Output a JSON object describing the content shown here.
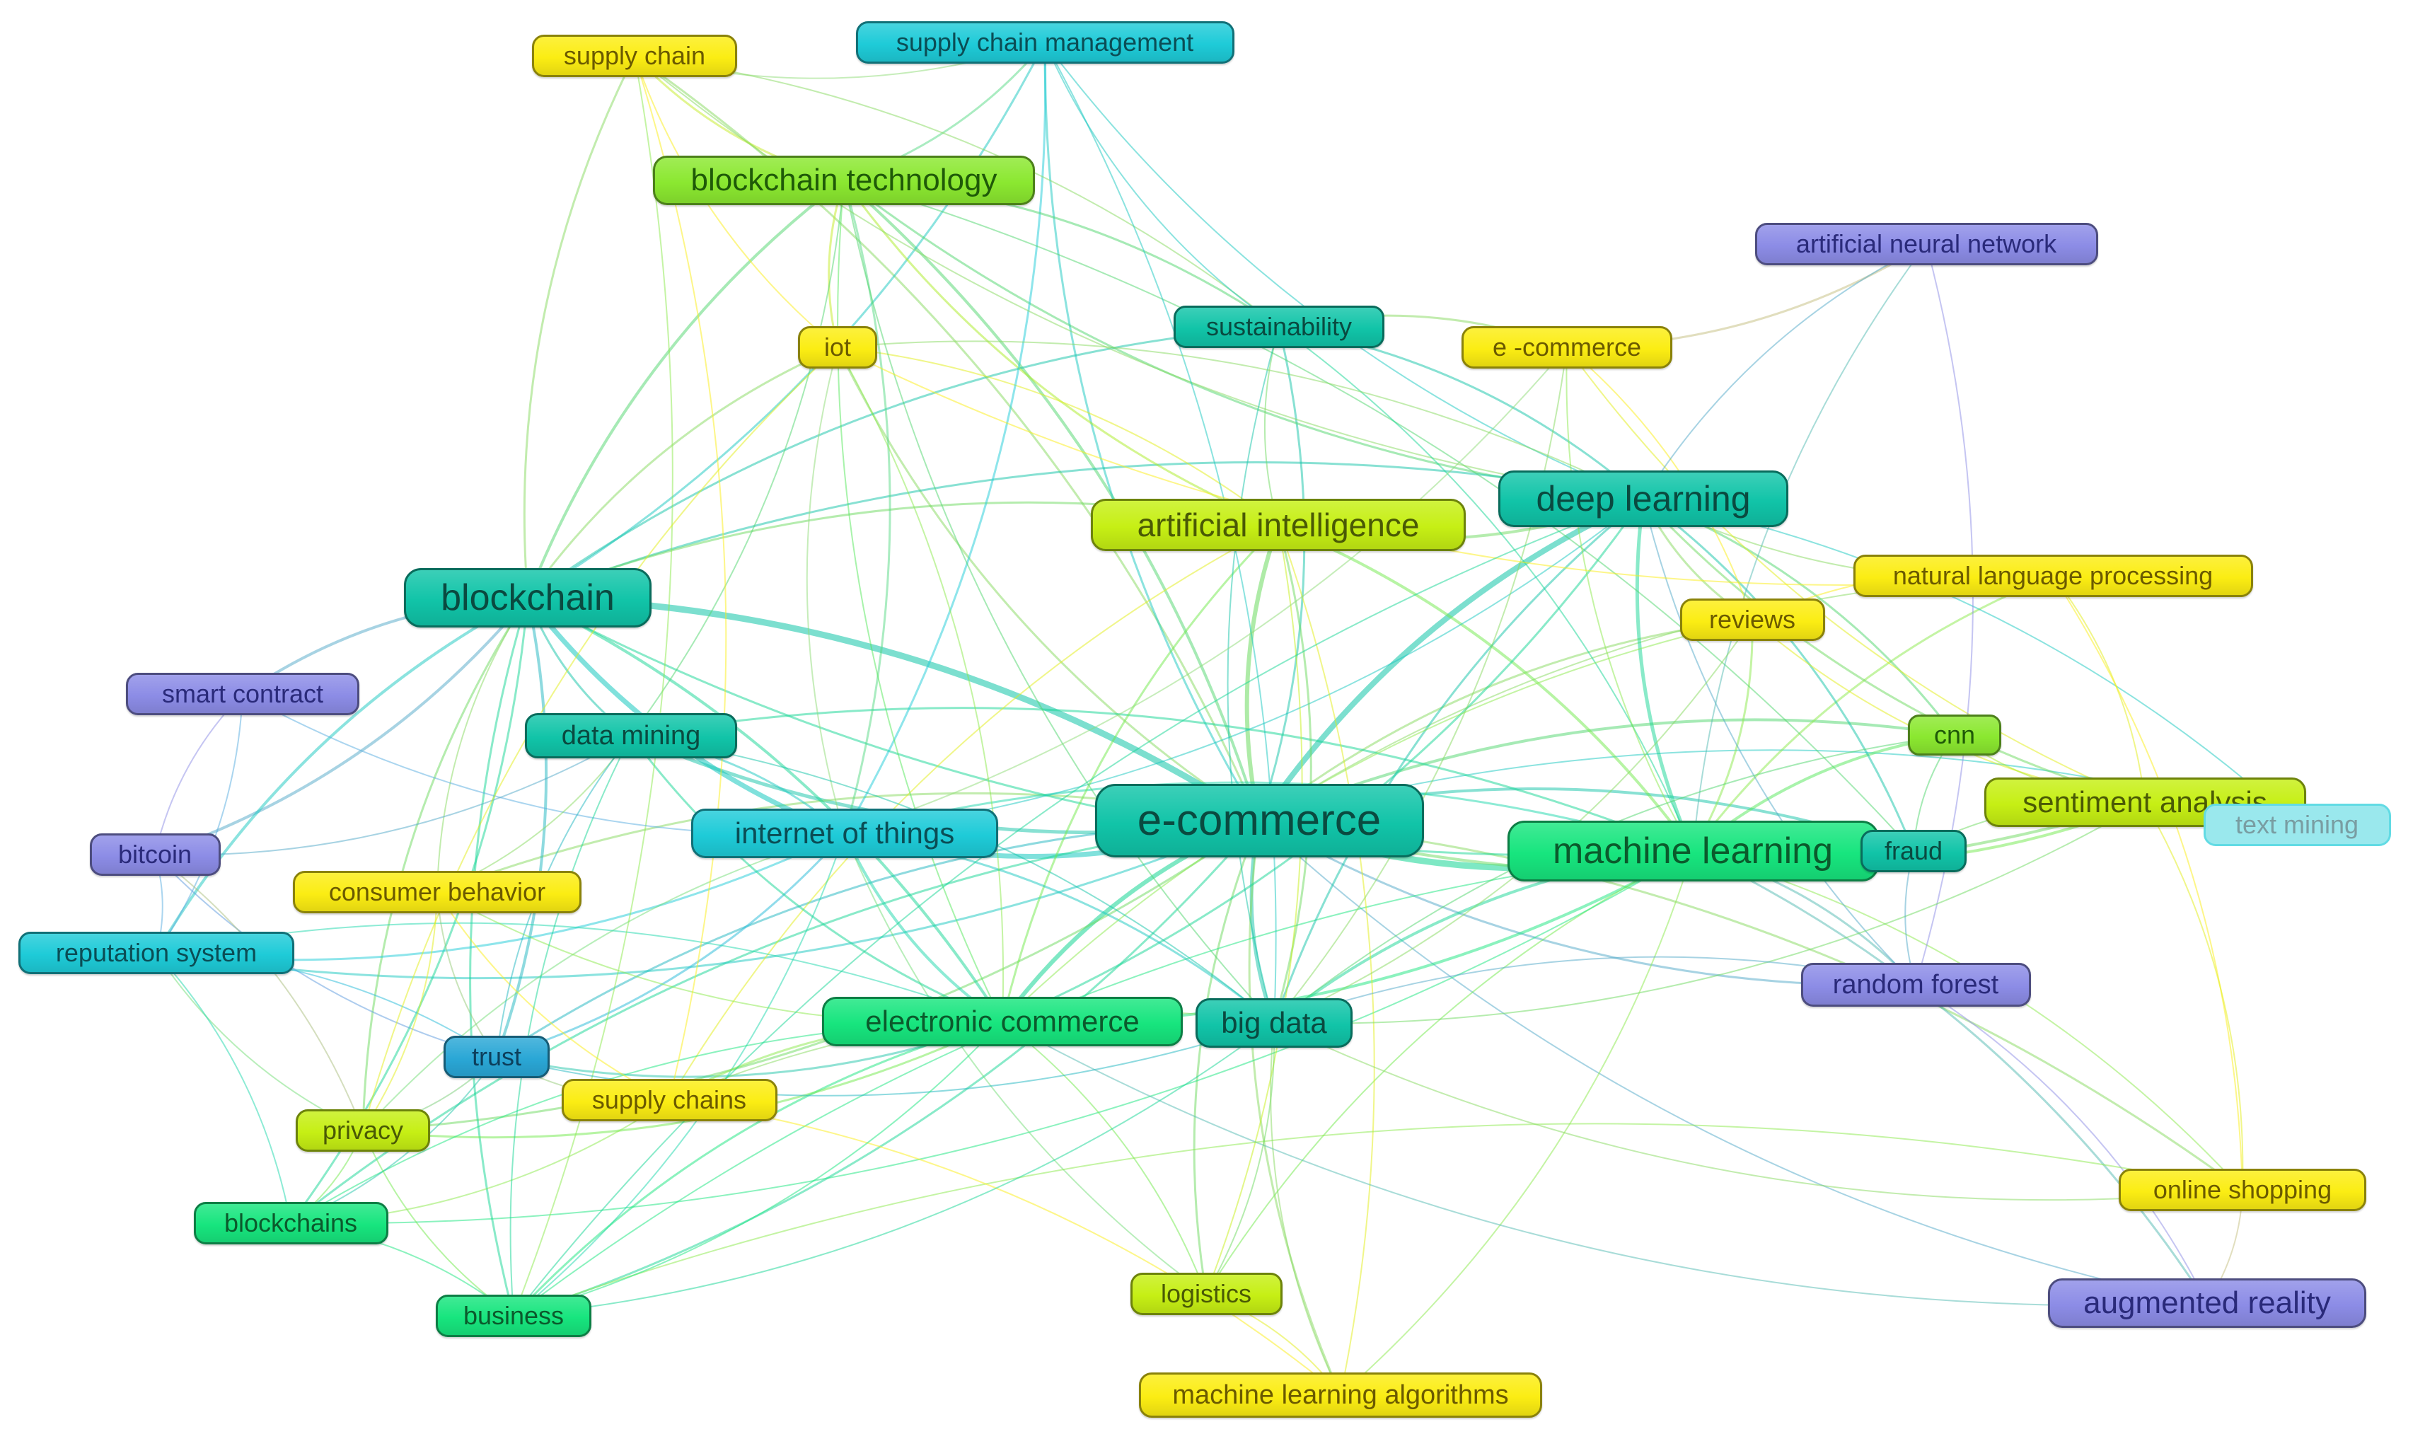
{
  "network": {
    "palette": {
      "purple": "#8c8ce6",
      "blue": "#2aa7d6",
      "cyan": "#1ecbd8",
      "teal": "#11c4a8",
      "green": "#17e57e",
      "lime": "#8be830",
      "yellowgreen": "#c6ef14",
      "yellow": "#fbed13"
    },
    "nodes": [
      {
        "id": "supply-chain-management",
        "label": "supply chain management",
        "color": "cyan"
      },
      {
        "id": "supply-chain",
        "label": "supply chain",
        "color": "yellow"
      },
      {
        "id": "blockchain-technology",
        "label": "blockchain technology",
        "color": "lime"
      },
      {
        "id": "artificial-neural-network",
        "label": "artificial neural network",
        "color": "purple"
      },
      {
        "id": "iot",
        "label": "iot",
        "color": "yellow"
      },
      {
        "id": "sustainability",
        "label": "sustainability",
        "color": "teal"
      },
      {
        "id": "e-commerce-alt",
        "label": "e -commerce",
        "color": "yellow"
      },
      {
        "id": "deep-learning",
        "label": "deep learning",
        "color": "teal"
      },
      {
        "id": "artificial-intelligence",
        "label": "artificial intelligence",
        "color": "yellowgreen"
      },
      {
        "id": "natural-language-processing",
        "label": "natural language processing",
        "color": "yellow"
      },
      {
        "id": "blockchain",
        "label": "blockchain",
        "color": "teal"
      },
      {
        "id": "reviews",
        "label": "reviews",
        "color": "yellow"
      },
      {
        "id": "smart-contract",
        "label": "smart contract",
        "color": "purple"
      },
      {
        "id": "data-mining",
        "label": "data mining",
        "color": "teal"
      },
      {
        "id": "cnn",
        "label": "cnn",
        "color": "lime"
      },
      {
        "id": "e-commerce",
        "label": "e-commerce",
        "color": "teal"
      },
      {
        "id": "sentiment-analysis",
        "label": "sentiment analysis",
        "color": "yellowgreen"
      },
      {
        "id": "text-mining",
        "label": "text mining",
        "color": "cyan",
        "faded": true
      },
      {
        "id": "internet-of-things",
        "label": "internet of things",
        "color": "cyan"
      },
      {
        "id": "machine-learning",
        "label": "machine learning",
        "color": "green"
      },
      {
        "id": "fraud",
        "label": "fraud",
        "color": "teal"
      },
      {
        "id": "bitcoin",
        "label": "bitcoin",
        "color": "purple"
      },
      {
        "id": "consumer-behavior",
        "label": "consumer behavior",
        "color": "yellow"
      },
      {
        "id": "reputation-system",
        "label": "reputation system",
        "color": "cyan"
      },
      {
        "id": "random-forest",
        "label": "random forest",
        "color": "purple"
      },
      {
        "id": "electronic-commerce",
        "label": "electronic commerce",
        "color": "green"
      },
      {
        "id": "big-data",
        "label": "big data",
        "color": "teal"
      },
      {
        "id": "trust",
        "label": "trust",
        "color": "blue"
      },
      {
        "id": "supply-chains",
        "label": "supply chains",
        "color": "yellow"
      },
      {
        "id": "privacy",
        "label": "privacy",
        "color": "yellowgreen"
      },
      {
        "id": "online-shopping",
        "label": "online shopping",
        "color": "yellow"
      },
      {
        "id": "blockchains",
        "label": "blockchains",
        "color": "green"
      },
      {
        "id": "logistics",
        "label": "logistics",
        "color": "yellowgreen"
      },
      {
        "id": "augmented-reality",
        "label": "augmented reality",
        "color": "purple"
      },
      {
        "id": "business",
        "label": "business",
        "color": "green"
      },
      {
        "id": "machine-learning-algorithms",
        "label": "machine learning algorithms",
        "color": "yellow"
      }
    ]
  }
}
